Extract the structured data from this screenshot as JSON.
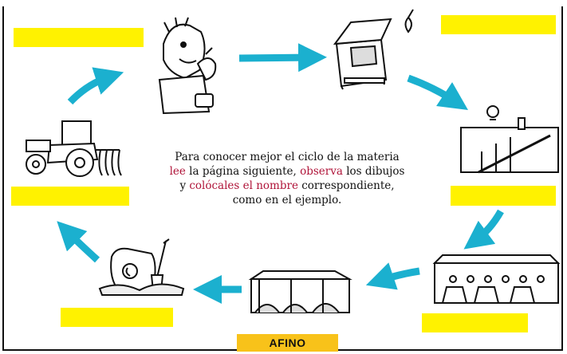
{
  "instructions": {
    "line1": "Para conocer mejor el ciclo de la materia",
    "line2_hl1": "lee",
    "line2_rest1": " la página siguiente, ",
    "line2_hl2": "observa",
    "line2_rest2": " los dibujos",
    "line3_pre": "y ",
    "line3_hl": "colócales el nombre",
    "line3_rest": " correspondiente,",
    "line4": "como en el ejemplo."
  },
  "example_label": "AFINO",
  "colors": {
    "arrow": "#1bb0cf",
    "label_box": "#fff200",
    "example_box": "#f8c21a",
    "highlight": "#b0153a"
  },
  "illustrations": [
    "person-eating-icon",
    "waste-container-icon",
    "treatment-plant-icon",
    "composting-shed-icon",
    "maturation-pile-icon",
    "compost-bag-icon",
    "tractor-icon"
  ]
}
